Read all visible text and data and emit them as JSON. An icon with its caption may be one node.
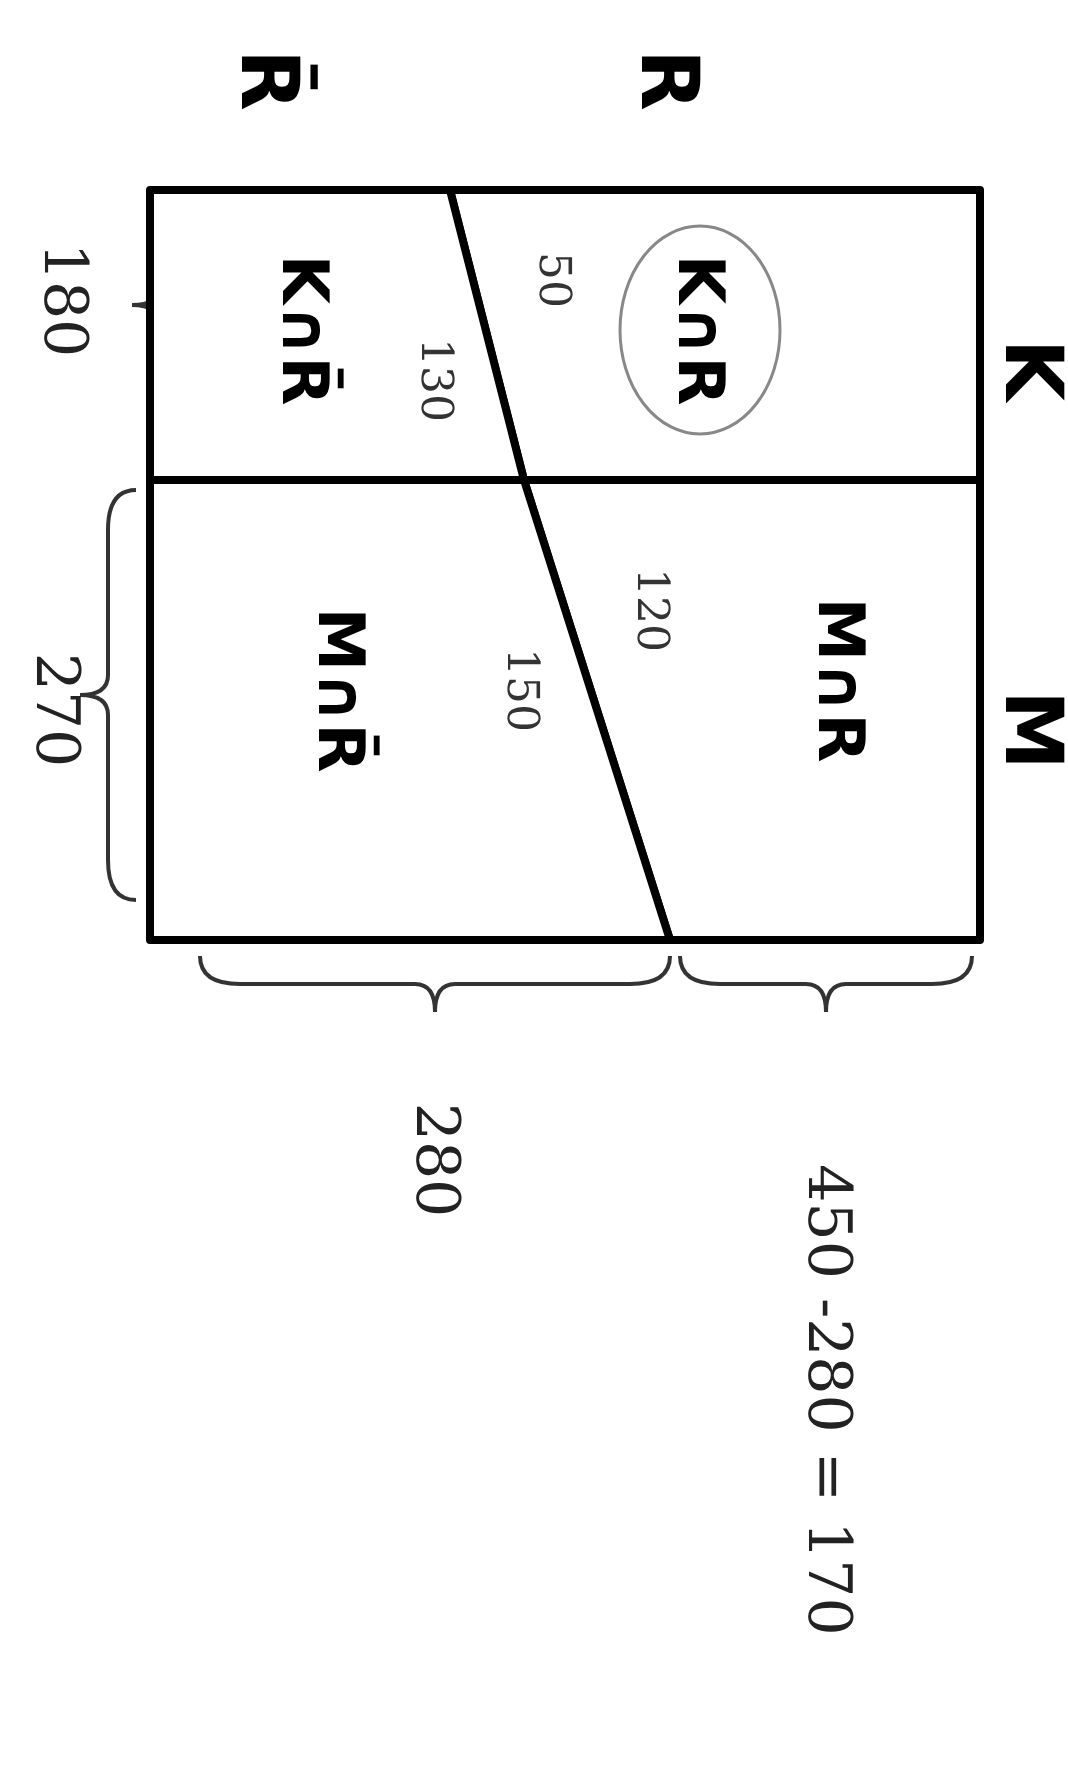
{
  "diagram": {
    "nodes": [
      {
        "text": [
          "K∩R",
          "50"
        ]
      },
      {
        "text": [
          "M∩R",
          "120"
        ]
      },
      {
        "text": [
          "K∩R̄",
          "130"
        ]
      },
      {
        "text": [
          "M∩R̄",
          "150"
        ]
      }
    ],
    "labels": [
      "R̄",
      "R",
      "K",
      "M",
      "180",
      "270",
      "280",
      "450 -280 = 170"
    ]
  }
}
